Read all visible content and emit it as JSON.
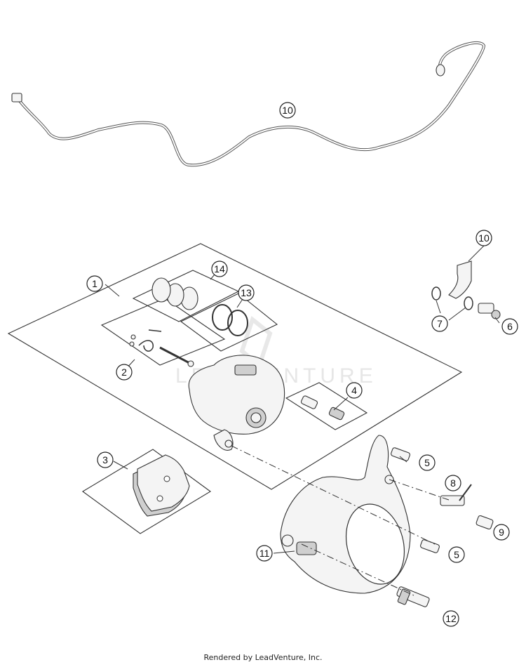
{
  "watermark": "LEADVENTURE",
  "footer": "Rendered by LeadVenture, Inc.",
  "callouts": {
    "c1": "1",
    "c2": "2",
    "c3": "3",
    "c4": "4",
    "c5a": "5",
    "c5b": "5",
    "c6": "6",
    "c7": "7",
    "c8": "8",
    "c9": "9",
    "c10a": "10",
    "c10b": "10",
    "c11": "11",
    "c12": "12",
    "c13": "13",
    "c14": "14"
  }
}
